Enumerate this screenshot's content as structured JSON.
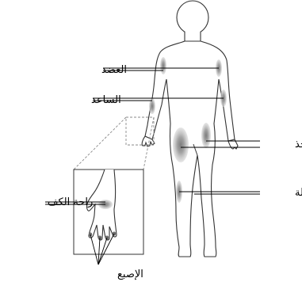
{
  "labels": {
    "upper_arm": "العضد",
    "forearm": "الساعد",
    "thigh": "الفخذ",
    "calf": "الربلة",
    "palm": "راحة الكف",
    "finger": "الإصبع"
  },
  "colors": {
    "outline": "#333333",
    "injection_site_outer": "#bdbdbd",
    "injection_site_inner": "#8f8f8f",
    "zoom_box_dash": "#8a8a8a"
  }
}
